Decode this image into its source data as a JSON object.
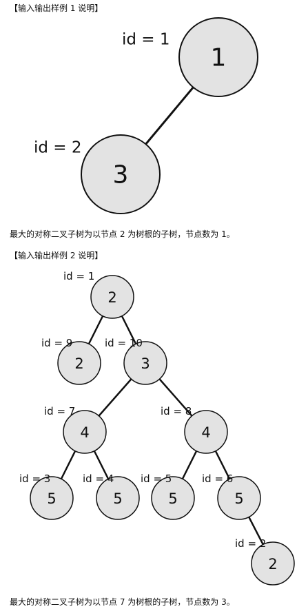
{
  "example1": {
    "title": "【输入输出样例 1 说明】",
    "description": "最大的对称二叉子树为以节点 2 为树根的子树，节点数为 1。",
    "nodes": [
      {
        "key": "n1",
        "value": "1",
        "id_label": "id = 1"
      },
      {
        "key": "n2",
        "value": "3",
        "id_label": "id = 2"
      }
    ],
    "edges": [
      {
        "from": "n1",
        "to": "n2"
      }
    ]
  },
  "example2": {
    "title": "【输入输出样例 2 说明】",
    "description": "最大的对称二叉子树为以节点 7 为树根的子树，节点数为 3。",
    "nodes": [
      {
        "key": "n1",
        "value": "2",
        "id_label": "id = 1"
      },
      {
        "key": "n9",
        "value": "2",
        "id_label": "id = 9"
      },
      {
        "key": "n10",
        "value": "3",
        "id_label": "id = 10"
      },
      {
        "key": "n7",
        "value": "4",
        "id_label": "id = 7"
      },
      {
        "key": "n8",
        "value": "4",
        "id_label": "id = 8"
      },
      {
        "key": "n3",
        "value": "5",
        "id_label": "id = 3"
      },
      {
        "key": "n4",
        "value": "5",
        "id_label": "id = 4"
      },
      {
        "key": "n5",
        "value": "5",
        "id_label": "id = 5"
      },
      {
        "key": "n6",
        "value": "5",
        "id_label": "id = 6"
      },
      {
        "key": "n2",
        "value": "2",
        "id_label": "id = 2"
      }
    ],
    "edges": [
      {
        "from": "n1",
        "to": "n9"
      },
      {
        "from": "n1",
        "to": "n10"
      },
      {
        "from": "n10",
        "to": "n7"
      },
      {
        "from": "n10",
        "to": "n8"
      },
      {
        "from": "n7",
        "to": "n3"
      },
      {
        "from": "n7",
        "to": "n4"
      },
      {
        "from": "n8",
        "to": "n5"
      },
      {
        "from": "n8",
        "to": "n6"
      },
      {
        "from": "n6",
        "to": "n2"
      }
    ]
  }
}
